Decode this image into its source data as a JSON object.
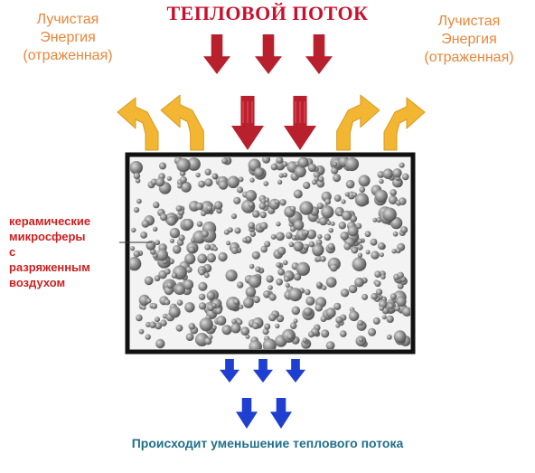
{
  "title": "ТЕПЛОВОЙ ПОТОК",
  "radiant_left": [
    "Лучистая",
    "Энергия",
    "(отраженная)"
  ],
  "radiant_right": [
    "Лучистая",
    "Энергия",
    "(отраженная)"
  ],
  "material_label": [
    "керамические",
    "микросферы",
    "с",
    "разряженным",
    "воздухом"
  ],
  "bottom_caption": "Происходит уменьшение теплового потока",
  "colors": {
    "title": "#c8102e",
    "heat_arrow": "#b8202e",
    "heat_arrow_inner": "#e04050",
    "radiant_text": "#e8863a",
    "reflect_arrow": "#f2b632",
    "material_label": "#cc1f1f",
    "down_arrow": "#1f3fd0",
    "bottom_caption": "#1f6f8a",
    "box_border": "#111111",
    "box_fill": "#f3f3f3",
    "sphere_dark": "#555555",
    "sphere_light": "#dddddd"
  }
}
